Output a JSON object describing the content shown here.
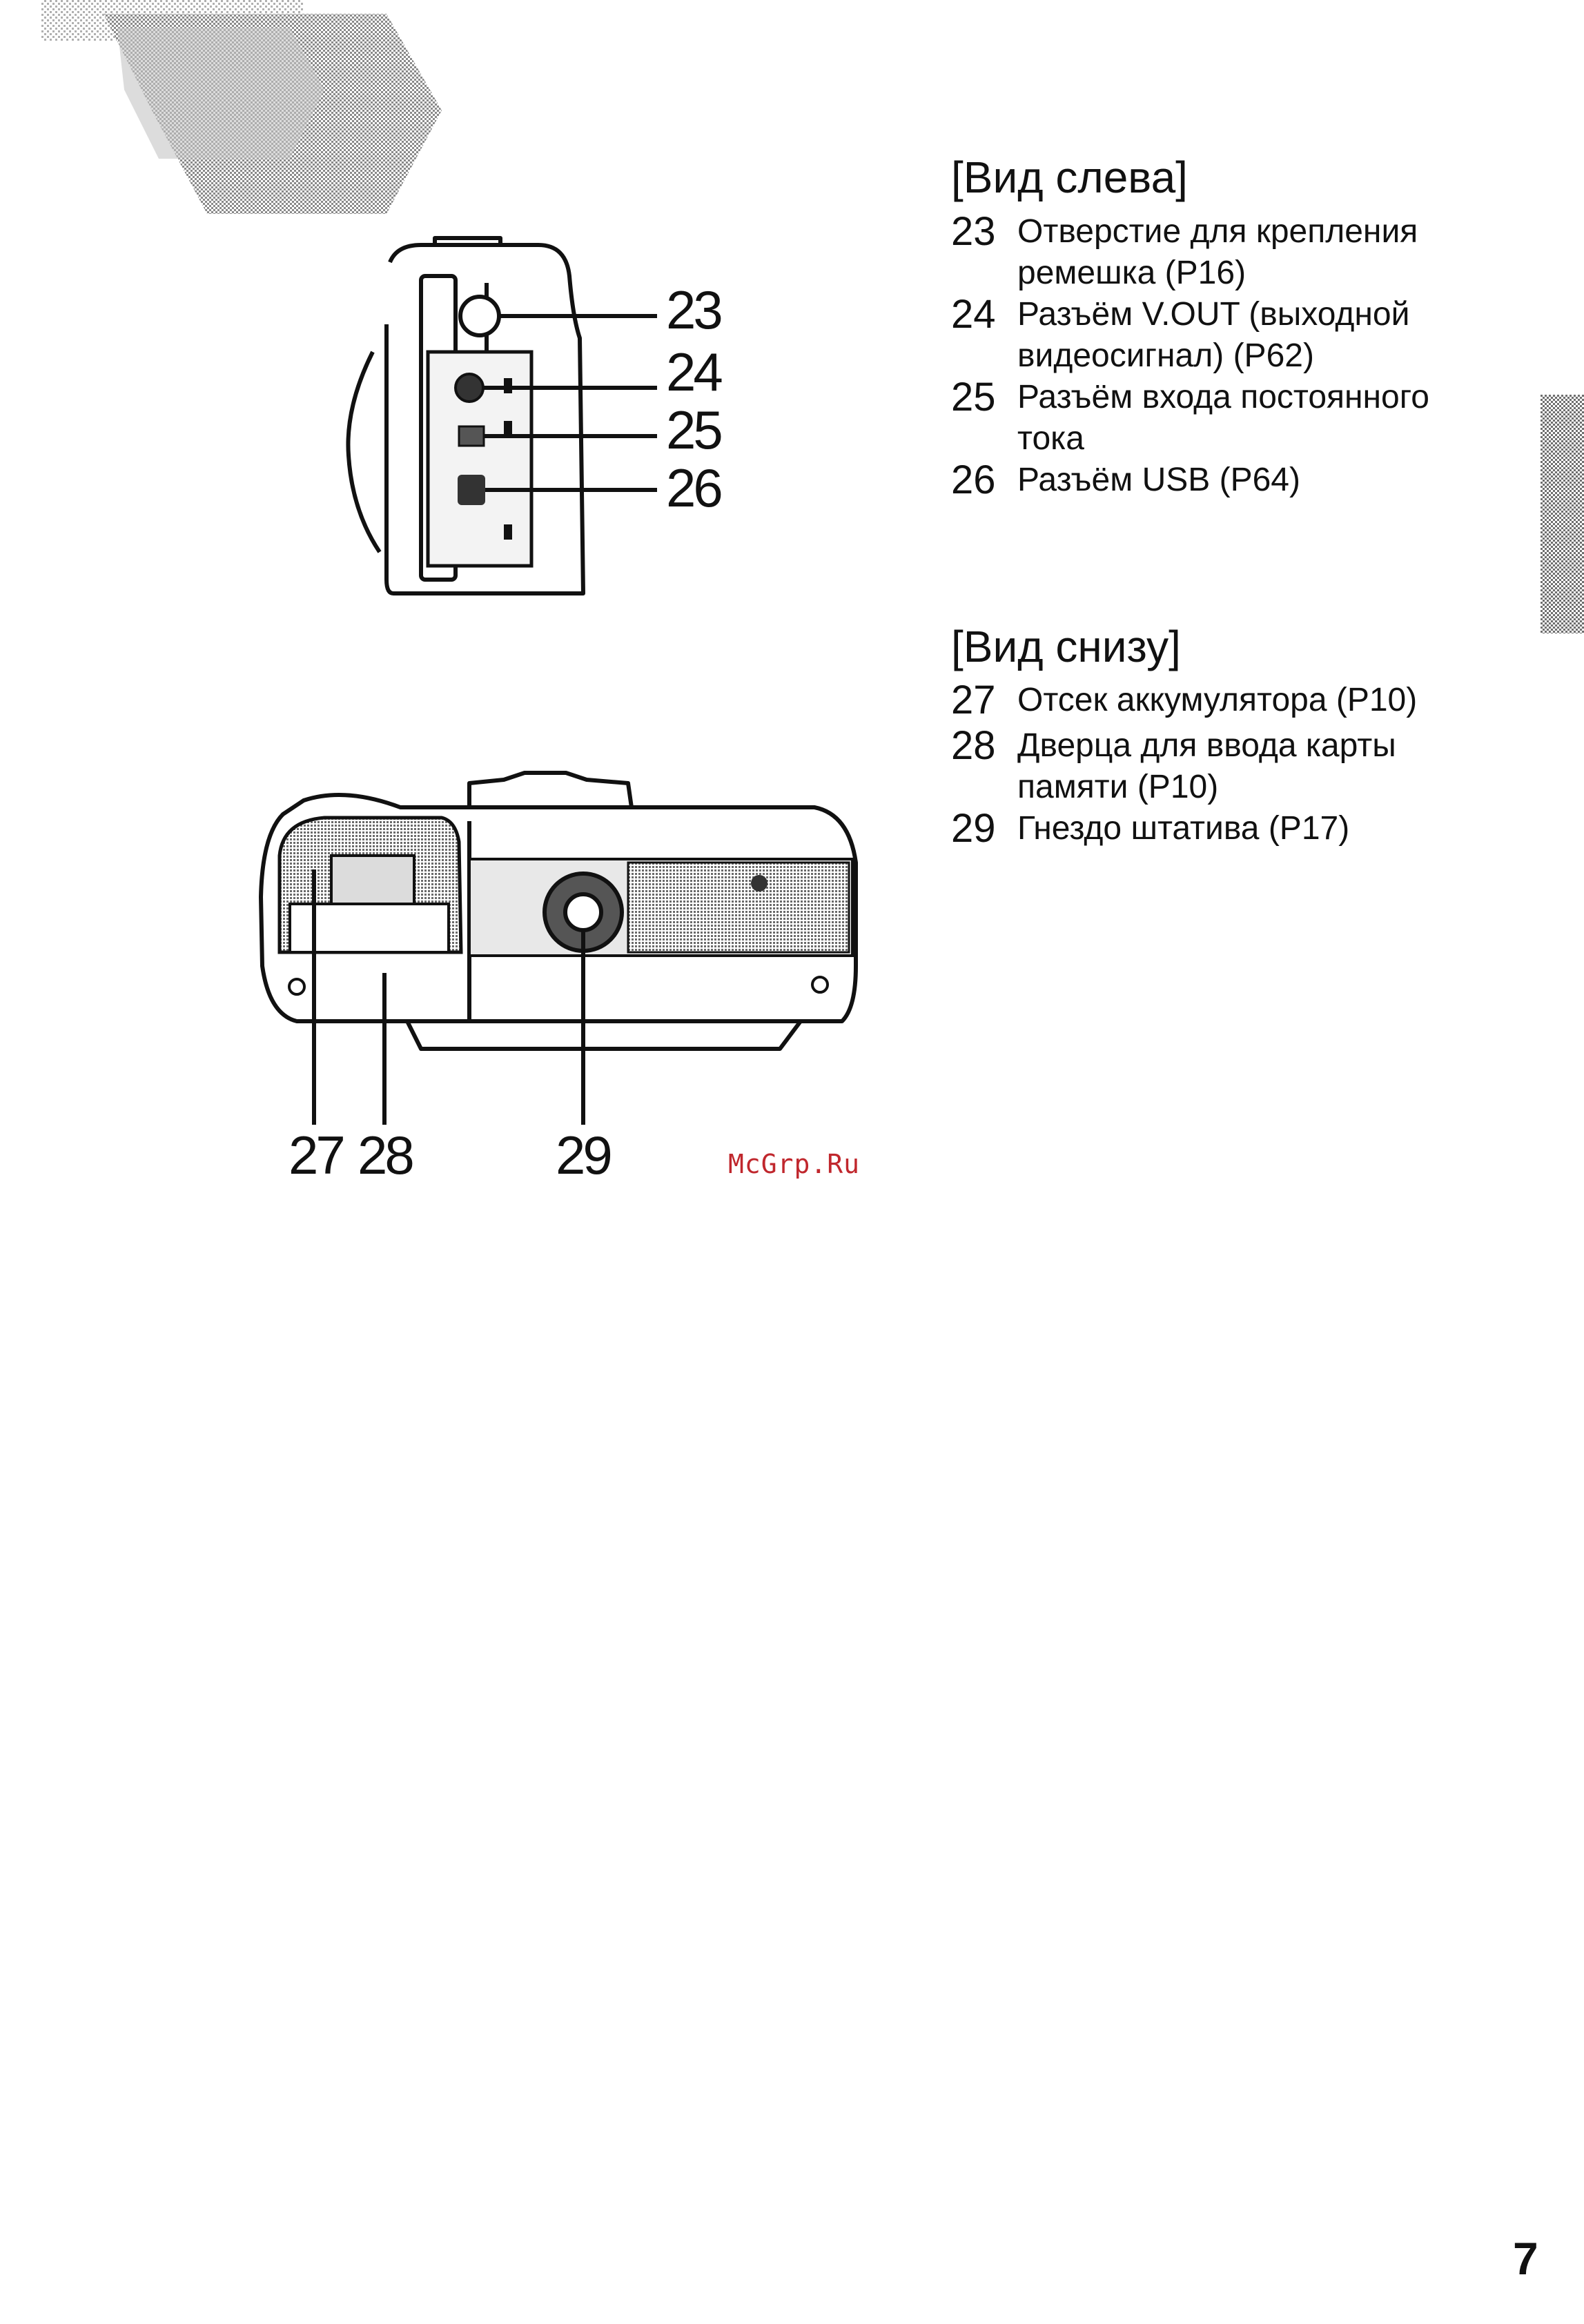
{
  "left_view": {
    "heading": "[Вид слева]",
    "items": [
      {
        "num": "23",
        "lines": [
          "Отверстие для крепления",
          "ремешка (P16)"
        ]
      },
      {
        "num": "24",
        "lines": [
          "Разъём V.OUT (выходной",
          "видеосигнал) (P62)"
        ]
      },
      {
        "num": "25",
        "lines": [
          "Разъём входа постоянного",
          "тока"
        ]
      },
      {
        "num": "26",
        "lines": [
          "Разъём USB (P64)"
        ]
      }
    ]
  },
  "bottom_view": {
    "heading": "[Вид снизу]",
    "items": [
      {
        "num": "27",
        "lines": [
          "Отсек аккумулятора (P10)"
        ]
      },
      {
        "num": "28",
        "lines": [
          "Дверца для ввода карты",
          "памяти (P10)"
        ]
      },
      {
        "num": "29",
        "lines": [
          "Гнездо штатива (P17)"
        ]
      }
    ]
  },
  "callouts": {
    "c23": "23",
    "c24": "24",
    "c25": "25",
    "c26": "26",
    "c27": "27",
    "c28": "28",
    "c29": "29"
  },
  "watermark": "McGrp.Ru",
  "page_number": "7",
  "colors": {
    "ink": "#111111",
    "watermark": "#c0272d",
    "halftone": "#9a9a9a"
  }
}
